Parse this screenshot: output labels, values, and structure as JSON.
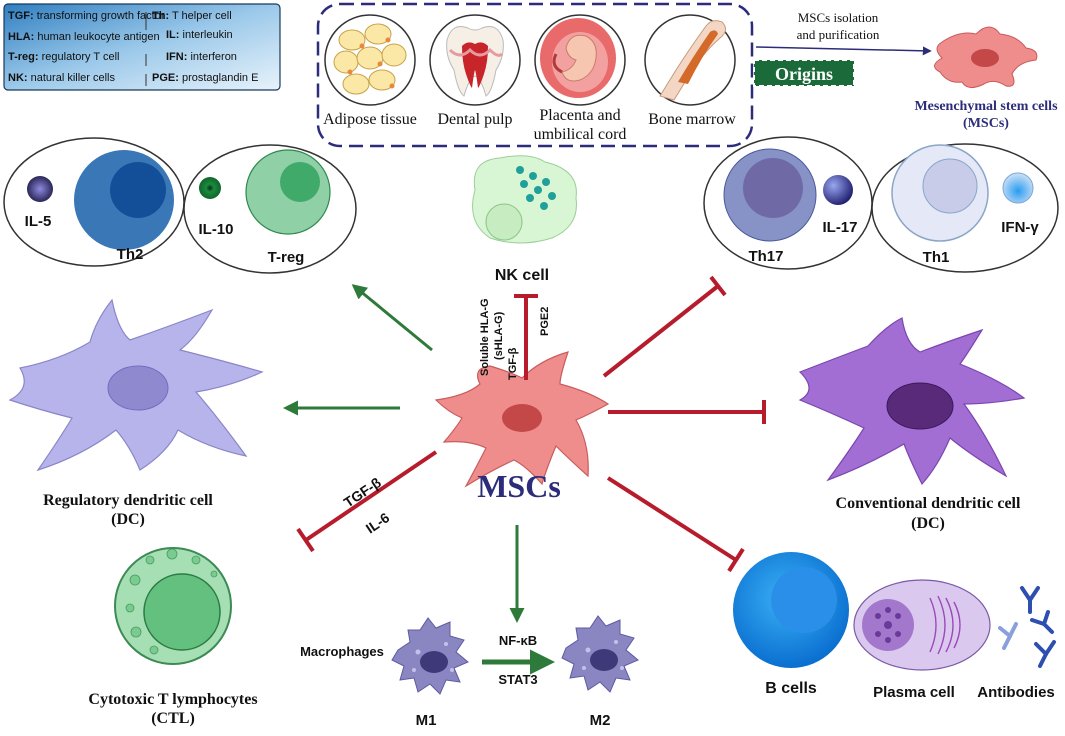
{
  "abbreviations": [
    {
      "key": "TGF:",
      "text": "transforming growth factor"
    },
    {
      "key": "HLA:",
      "text": "human leukocyte antigen"
    },
    {
      "key": "T-reg:",
      "text": "regulatory T cell"
    },
    {
      "key": "NK:",
      "text": "natural killer cells"
    },
    {
      "key": "Th:",
      "text": "T helper cell"
    },
    {
      "key": "IL:",
      "text": "interleukin"
    },
    {
      "key": "IFN:",
      "text": "interferon"
    },
    {
      "key": "PGE:",
      "text": "prostaglandin E"
    }
  ],
  "origins": {
    "badge": "Origins",
    "sources": [
      "Adipose tissue",
      "Dental pulp",
      "Placenta and",
      "umbilical cord",
      "Bone marrow"
    ]
  },
  "isolation": {
    "line1": "MSCs isolation",
    "line2": "and purification"
  },
  "msc_top": {
    "line1": "Mesenchymal stem cells",
    "line2": "(MSCs)"
  },
  "center_label": "MSCs",
  "cells": {
    "il5": "IL-5",
    "th2": "Th2",
    "il10": "IL-10",
    "treg": "T-reg",
    "nk": "NK cell",
    "th17": "Th17",
    "il17": "IL-17",
    "th1": "Th1",
    "ifng": "IFN-γ",
    "rdc1": "Regulatory dendritic cell",
    "rdc2": "(DC)",
    "cdc1": "Conventional dendritic cell",
    "cdc2": "(DC)",
    "ctl1": "Cytotoxic T lymphocytes",
    "ctl2": "(CTL)",
    "macrophages": "Macrophages",
    "m1": "M1",
    "m2": "M2",
    "bcells": "B cells",
    "plasma": "Plasma cell",
    "antibodies": "Antibodies"
  },
  "signals": {
    "nk_a": "Soluble HLA-G",
    "nk_b": "(sHLA-G)",
    "nk_c": "TGF-β",
    "nk_d": "PGE2",
    "ctl_a": "TGF-β",
    "ctl_b": "IL-6",
    "mac_a": "NF-κB",
    "mac_b": "STAT3"
  },
  "colors": {
    "stimulate": "#2d7a3a",
    "inhibit": "#b71c2c",
    "msc": "#ee8c8c",
    "origins_border": "#2c2c7a",
    "title_blue": "#2c2c7a"
  }
}
